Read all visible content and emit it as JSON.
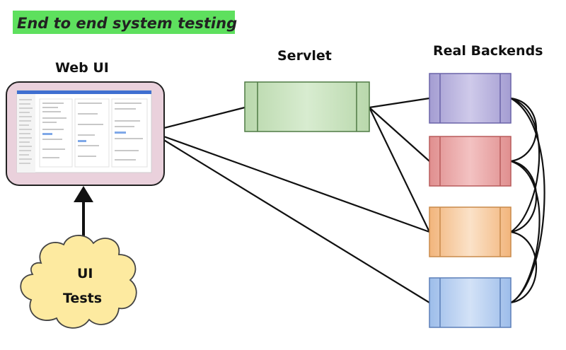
{
  "title": "End to end system testing",
  "title_bg": "#5ee05e",
  "nodes": {
    "web_ui": {
      "label": "Web UI",
      "fill": "#ead1dc",
      "stroke": "#222222"
    },
    "servlet": {
      "label": "Servlet",
      "fill": "#c9e3bf",
      "stroke": "#4f7a44"
    },
    "backends": {
      "label": "Real Backends",
      "boxes": [
        {
          "name": "purple",
          "fill": "#b8b2dc",
          "stroke": "#6a63a8"
        },
        {
          "name": "red",
          "fill": "#e8a8a8",
          "stroke": "#b85b5b"
        },
        {
          "name": "orange",
          "fill": "#f6c99f",
          "stroke": "#c98a4a"
        },
        {
          "name": "blue",
          "fill": "#b7cff0",
          "stroke": "#5b7fb8"
        }
      ]
    },
    "ui_tests": {
      "label_line1": "UI",
      "label_line2": "Tests",
      "fill": "#fdeaa0",
      "stroke": "#444444"
    }
  }
}
